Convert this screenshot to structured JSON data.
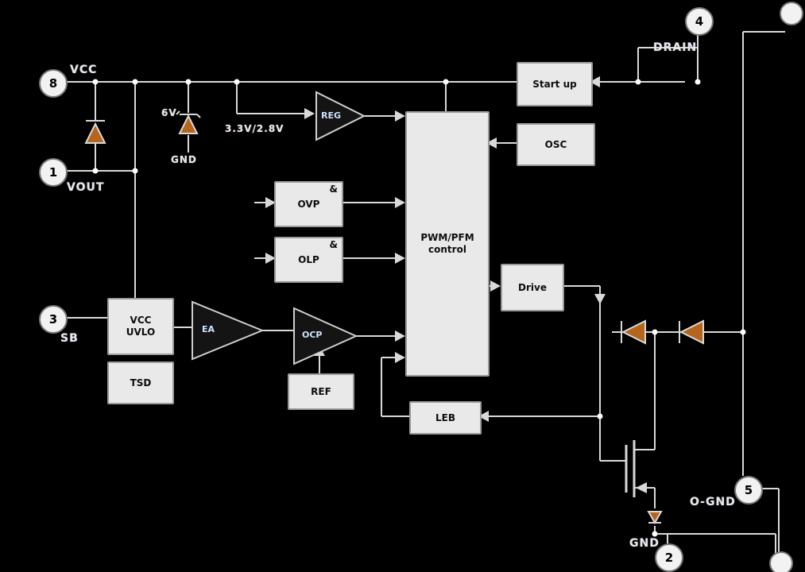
{
  "title": "power-ic-block-diagram",
  "colors": {
    "background": "#000000",
    "wire": "#d9d9d9",
    "block_fill": "#e9e9e9",
    "label_text": "#dce9ff",
    "diode_fill": "#b5651d"
  },
  "pins": [
    {
      "number": "8",
      "label": "VCC"
    },
    {
      "number": "1",
      "label": "VOUT"
    },
    {
      "number": "3",
      "label": "SB"
    },
    {
      "number": "4",
      "label": "DRAIN"
    },
    {
      "number": "5",
      "label": "O-GND"
    },
    {
      "number": "2",
      "label": "GND"
    }
  ],
  "nets": {
    "reg_rail": "3.3V/2.8V",
    "zener_voltage": "6V",
    "zener_ground": "GND",
    "pwm_line1": "PWM/PFM",
    "pwm_line2": "control"
  },
  "blocks": {
    "startup": "Start up",
    "osc": "OSC",
    "drive": "Drive",
    "uvlo_line1": "VCC",
    "uvlo_line2": "UVLO",
    "tsd": "TSD",
    "ovp": "OVP",
    "olp": "OLP",
    "gate_symbol": "&",
    "ref": "REF",
    "leb": "LEB",
    "ea": "EA",
    "ocp": "OCP",
    "reg": "REG"
  }
}
